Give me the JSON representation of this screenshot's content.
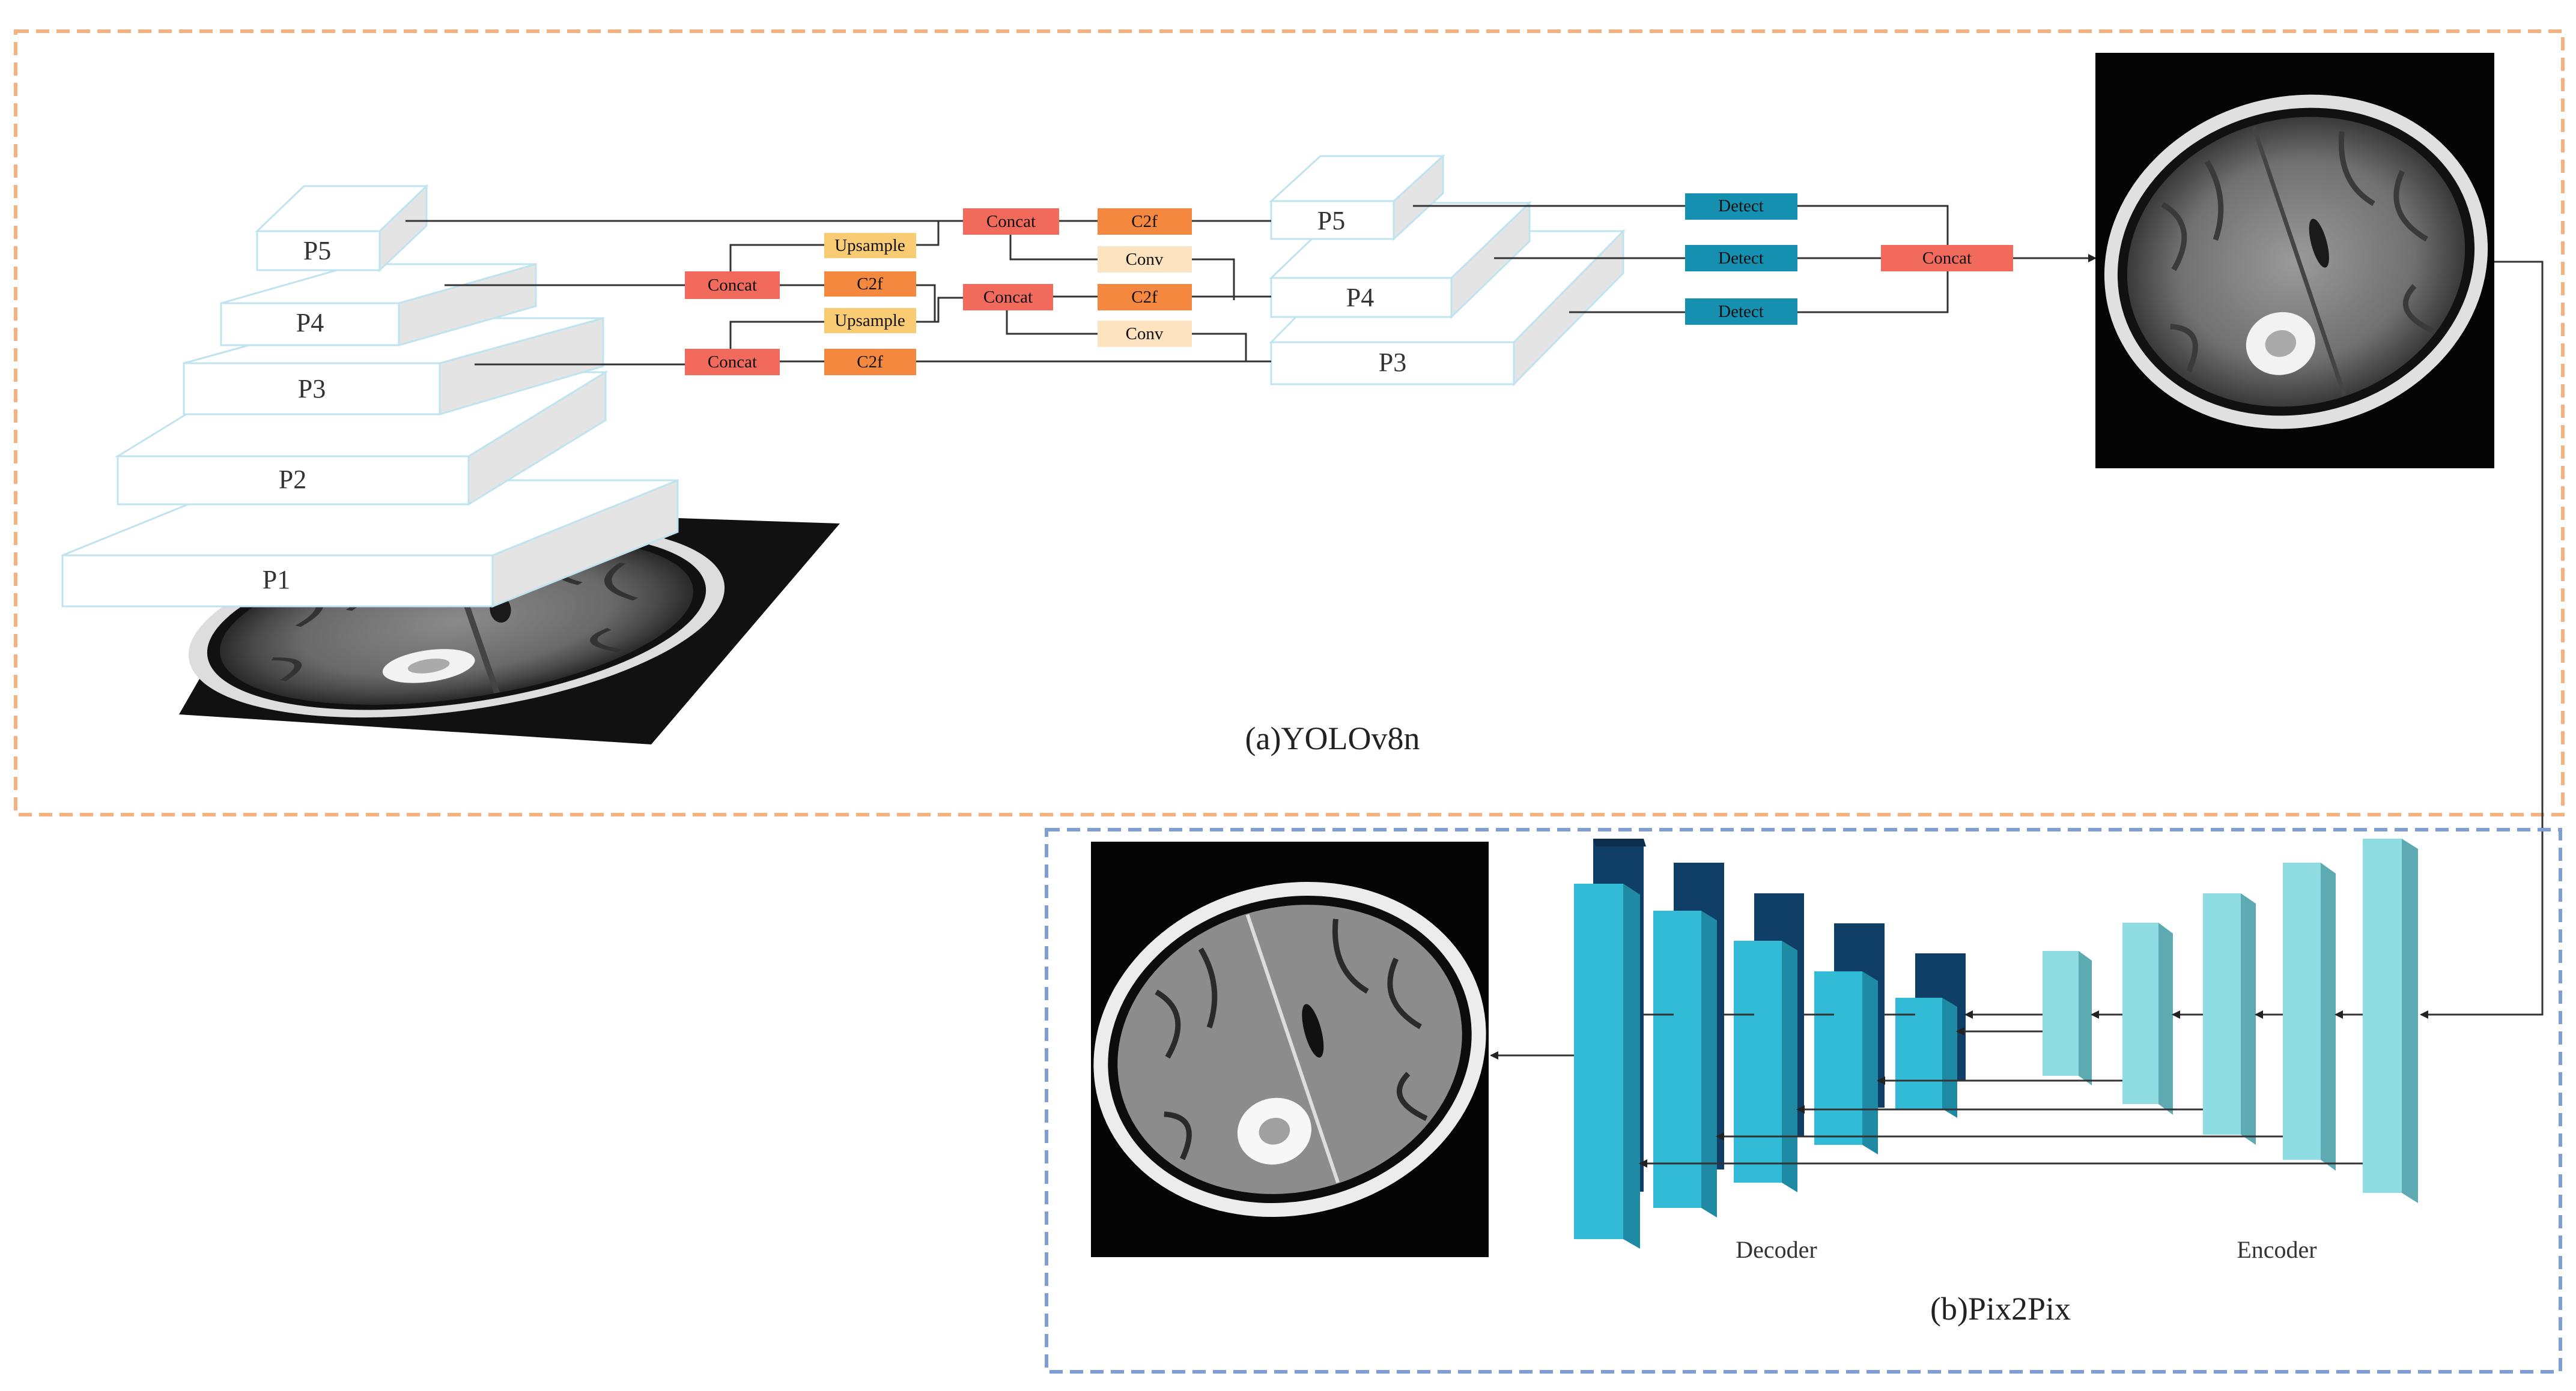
{
  "section_a": {
    "caption": "(a)YOLOv8n",
    "backbone_levels": [
      "P5",
      "P4",
      "P3",
      "P2",
      "P1"
    ],
    "neck_levels": [
      "P5",
      "P4",
      "P3"
    ],
    "blocks": {
      "concat": "Concat",
      "upsample": "Upsample",
      "c2f": "C2f",
      "conv": "Conv",
      "detect": "Detect"
    }
  },
  "section_b": {
    "caption": "(b)Pix2Pix",
    "decoder_label": "Decoder",
    "encoder_label": "Encoder"
  },
  "colors": {
    "section_a_border": "#f5b27f",
    "section_b_border": "#7f9fd4",
    "concat": "#f26a5c",
    "c2f": "#f5883f",
    "upsample": "#f9cc73",
    "conv": "#fde3bf",
    "detect": "#1690b0",
    "decoder_front": "#32bbd6",
    "decoder_back": "#0f3f66",
    "encoder_front": "#8fdce3"
  }
}
